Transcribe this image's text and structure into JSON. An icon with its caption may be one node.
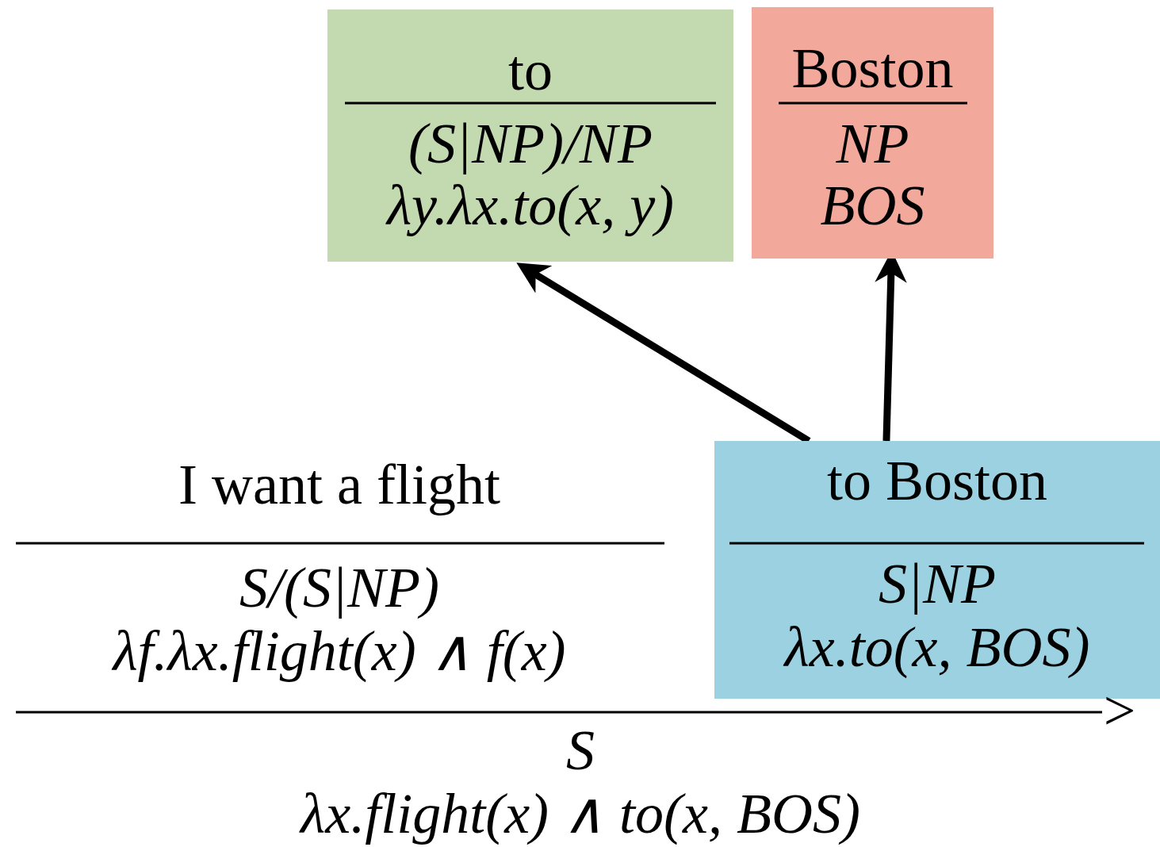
{
  "diagram": {
    "nodes": [
      {
        "text": [
          "to",
          "(S|NP)/NP",
          "λy.λx.to(x, y)"
        ]
      },
      {
        "text": [
          "Boston",
          "NP",
          "BOS"
        ]
      },
      {
        "text": [
          "to Boston",
          "S|NP",
          "λx.to(x, BOS)"
        ]
      }
    ],
    "edges": [
      {
        "from": 2,
        "to": 0,
        "arrow": "to"
      },
      {
        "from": 2,
        "to": 1,
        "arrow": "to"
      }
    ],
    "labels": [
      "I want a flight",
      "S/(S|NP)",
      "λf.λx.flight(x) ∧ f(x)",
      ">",
      "S",
      "λx.flight(x) ∧ to(x, BOS)"
    ]
  }
}
